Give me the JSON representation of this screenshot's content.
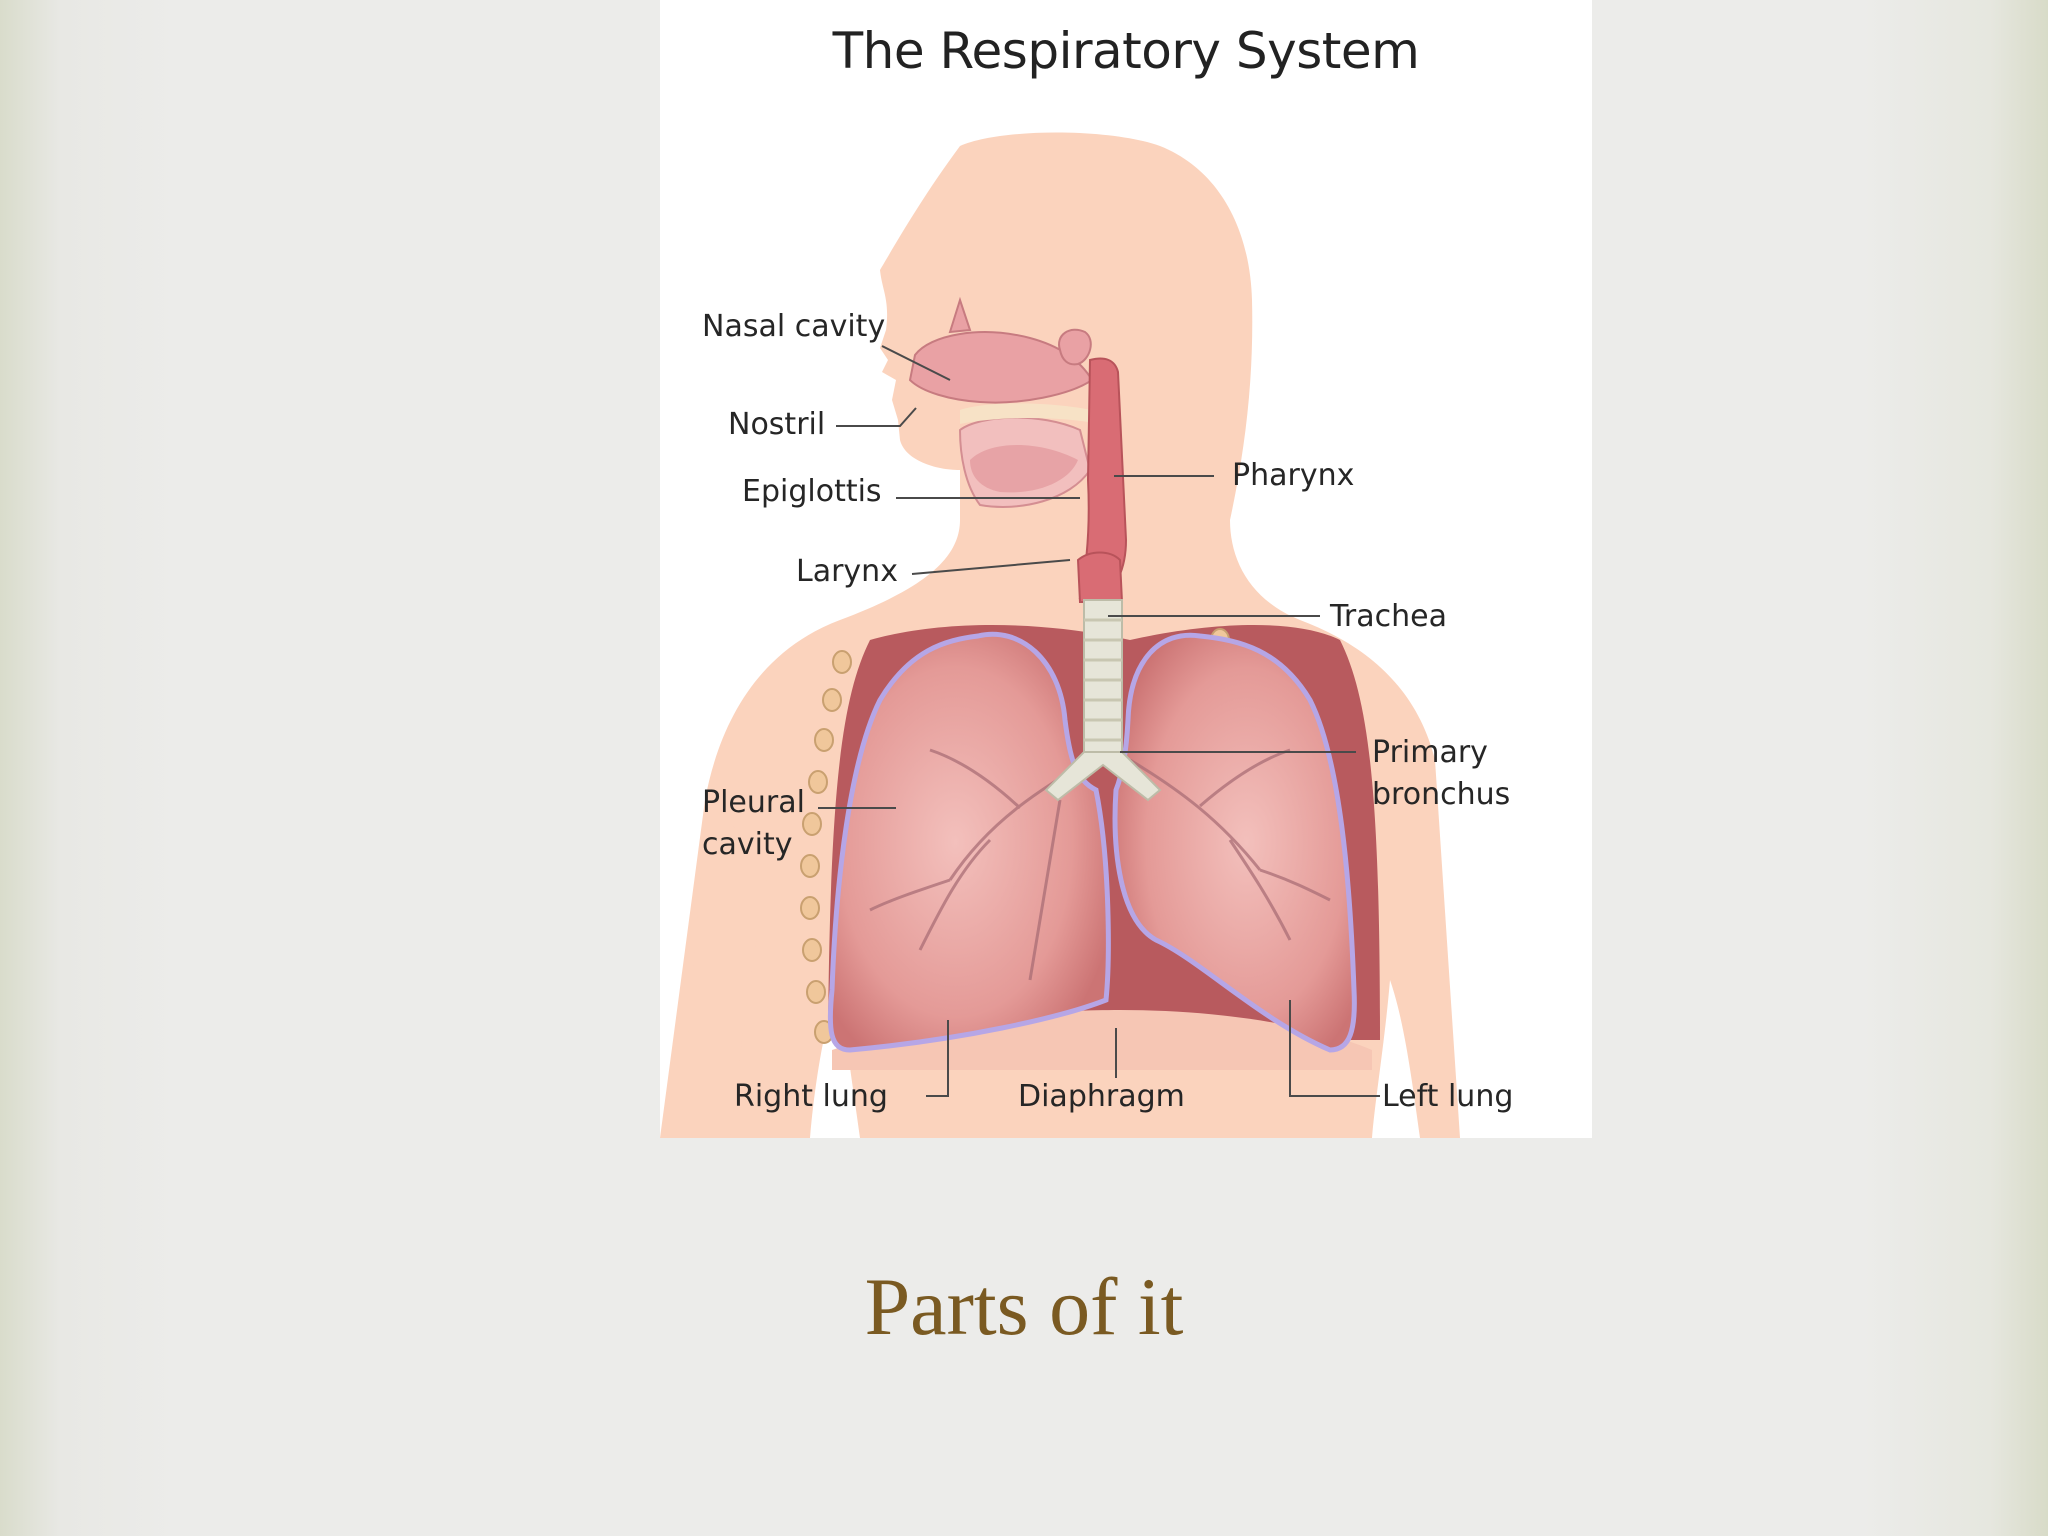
{
  "diagram": {
    "title": "The Respiratory System",
    "labels": {
      "nasal_cavity": "Nasal cavity",
      "nostril": "Nostril",
      "epiglottis": "Epiglottis",
      "larynx": "Larynx",
      "pharynx": "Pharynx",
      "trachea": "Trachea",
      "primary_bronchus_line1": "Primary",
      "primary_bronchus_line2": "bronchus",
      "pleural_cavity_line1": "Pleural",
      "pleural_cavity_line2": "cavity",
      "right_lung": "Right lung",
      "diaphragm": "Diaphragm",
      "left_lung": "Left lung"
    }
  },
  "caption": "Parts of it",
  "colors": {
    "skin": "#fbd3bd",
    "lung": "#e79a9a",
    "lung_edge": "#b9a9e6",
    "trachea": "#e6e5d8",
    "caption_text": "#7a5a22"
  }
}
